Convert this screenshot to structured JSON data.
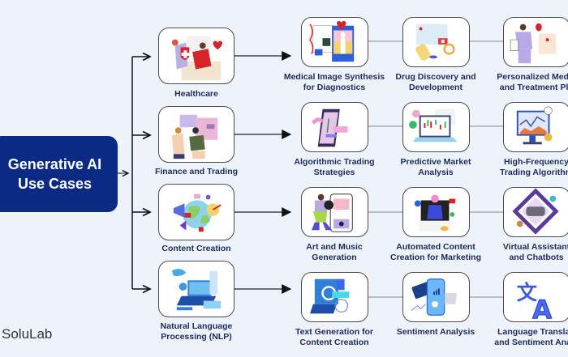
{
  "root": {
    "line1": "Generative AI",
    "line2": "Use Cases"
  },
  "categories": [
    {
      "label": "Healthcare",
      "icon": "healthcare-illustration"
    },
    {
      "label": "Finance and Trading",
      "icon": "finance-illustration"
    },
    {
      "label": "Content Creation",
      "icon": "content-creation-illustration"
    },
    {
      "label": "Natural Language Processing (NLP)",
      "label_line1": "Natural Language",
      "label_line2": "Processing (NLP)",
      "icon": "nlp-illustration"
    }
  ],
  "use_cases": [
    [
      {
        "line1": "Medical Image Synthesis",
        "line2": "for Diagnostics",
        "icon": "medical-imaging-illustration"
      },
      {
        "line1": "Drug Discovery and",
        "line2": "Development",
        "icon": "drug-discovery-illustration"
      },
      {
        "line1": "Personalized Medic",
        "line2": "and Treatment Pla",
        "icon": "personalized-medicine-illustration"
      }
    ],
    [
      {
        "line1": "Algorithmic Trading",
        "line2": "Strategies",
        "icon": "algorithmic-trading-illustration"
      },
      {
        "line1": "Predictive Market",
        "line2": "Analysis",
        "icon": "market-analysis-illustration"
      },
      {
        "line1": "High-Frequency",
        "line2": "Trading Algorithm",
        "icon": "hft-illustration"
      }
    ],
    [
      {
        "line1": "Art and Music",
        "line2": "Generation",
        "icon": "art-music-illustration"
      },
      {
        "line1": "Automated Content",
        "line2": "Creation for Marketing",
        "icon": "marketing-illustration"
      },
      {
        "line1": "Virtual Assistant",
        "line2": "and Chatbots",
        "icon": "virtual-assistant-illustration"
      }
    ],
    [
      {
        "line1": "Text Generation for",
        "line2": "Content Creation",
        "icon": "text-generation-illustration"
      },
      {
        "line1": "Sentiment Analysis",
        "line2": "",
        "icon": "sentiment-analysis-illustration"
      },
      {
        "line1": "Language Translati",
        "line2": "and Sentiment Analy",
        "icon": "translation-illustration"
      }
    ]
  ],
  "brand": {
    "logo_text": "SoluLab"
  },
  "colors": {
    "root_bg": "#0b2a84",
    "label_text": "#1e2a5a",
    "background": "#eef2fb",
    "connector": "#111111"
  }
}
